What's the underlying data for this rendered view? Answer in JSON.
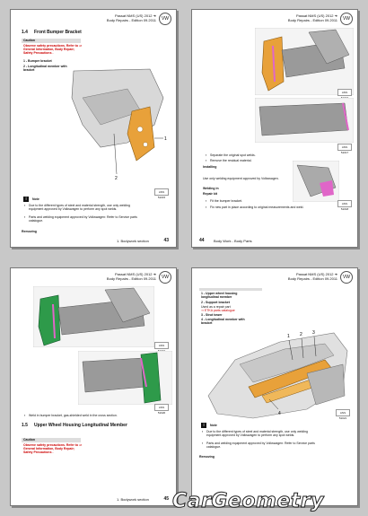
{
  "pages": [
    {
      "header": [
        "Passat NMS (US) 2012 ➜",
        "Body Repairs - Edition 09.2011"
      ],
      "section_num": "1.4",
      "section_title": "Front Bumper Bracket",
      "caution": "Caution",
      "caution_text": "Observe safety precautions. Refer to ⇒ General Information, Body Repair; Safety Precautions .",
      "labels": [
        "1 - Bumper bracket",
        "2 - Longitudinal member with bracket"
      ],
      "callouts": [
        "1",
        "2"
      ],
      "note": "Note",
      "note_items": [
        "Due to the different types of steel and material strength, use only welding equipment approved by Volkswagen to perform any spot welds.",
        "Parts and welding equipment approved by Volkswagen: Refer to Service parts catalogue."
      ],
      "removing": "Removing",
      "footer": "1. Bodywork section",
      "page_no": "43",
      "badge": "ANS 51015"
    },
    {
      "header": [
        "Passat NMS (US) 2012 ➜",
        "Body Repairs - Edition 09.2011"
      ],
      "items": [
        "Separate the original spot welds.",
        "Remove the residual material."
      ],
      "installing": "Installing",
      "note_line": "Use only welding equipment approved by Volkswagen.",
      "welding": "Welding in",
      "keyword": "Repair kit",
      "items2": [
        "Fit the bumper bracket.",
        "Fix new part in place according to original measurements and weld."
      ],
      "footer": "Body Work - Body Parts",
      "page_no": "44",
      "badges": [
        "ANS 51016",
        "ANS 51017",
        "ANS 51018"
      ]
    },
    {
      "header": [
        "Passat NMS (US) 2012 ➜",
        "Body Repairs - Edition 09.2011"
      ],
      "items": [
        "Weld in bumper bracket, gas-shielded weld in the cross section."
      ],
      "section_num": "1.5",
      "section_title": "Upper Wheel Housing Longitudinal Member",
      "caution": "Caution",
      "caution_text": "Observe safety precautions. Refer to ⇒ General Information, Body Repair; Safety Precautions .",
      "footer": "1. Bodywork section",
      "page_no": "45",
      "badges": [
        "ANS 51019",
        "ANS 51020"
      ]
    },
    {
      "header": [
        "Passat NMS (US) 2012 ➜",
        "Body Repairs - Edition 09.2011"
      ],
      "labels": [
        "1 - Upper wheel housing",
        "longitudinal member",
        "2 - Support bracket",
        "Used as a repair part",
        "⇒ ETKA parts catalogue",
        "3 - Strut tower",
        "4 - Longitudinal member with bracket"
      ],
      "callouts": [
        "1",
        "2",
        "3",
        "4"
      ],
      "note": "Note",
      "note_items": [
        "Due to the different types of steel and material strength, use only welding equipment approved by Volkswagen to perform any spot welds.",
        "Parts and welding equipment approved by Volkswagen: Refer to Service parts catalogue."
      ],
      "removing": "Removing",
      "badge": "ANS 51021"
    }
  ],
  "brand": "CarGeometry",
  "colors": {
    "orange": "#e8a13a",
    "green": "#2e9a4a",
    "pink": "#e066c8",
    "gray": "#9a9a9a"
  }
}
